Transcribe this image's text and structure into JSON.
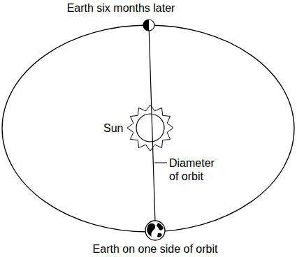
{
  "diagram": {
    "labels": [
      "Earth six months later",
      "Sun",
      "Diameter of orbit",
      "Earth on one side of orbit"
    ]
  }
}
